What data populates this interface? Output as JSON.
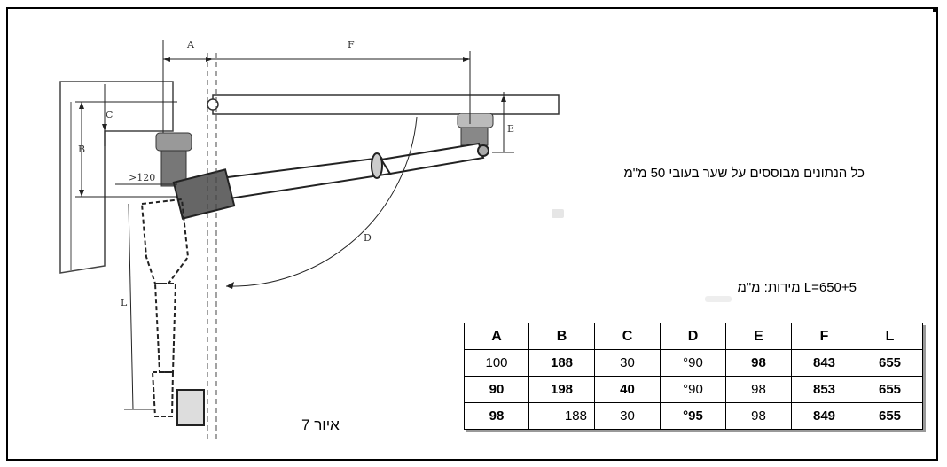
{
  "notes": {
    "main": "כל הנתונים מבוססים על שער בעובי 50 מ\"מ",
    "dimensions": "L=650+5 מידות: מ\"מ"
  },
  "figure_label": "איור 7",
  "diagram_labels": {
    "a": "A",
    "f": "F",
    "b": "B",
    "c": "C",
    "e": "E",
    "d": "D",
    "l": "L",
    "min": ">120"
  },
  "table": {
    "headers": [
      "A",
      "B",
      "C",
      "D",
      "E",
      "F",
      "L"
    ],
    "rows": [
      [
        "100",
        "188",
        "30",
        "°90",
        "98",
        "843",
        "655"
      ],
      [
        "90",
        "198",
        "40",
        "°90",
        "98",
        "853",
        "655"
      ],
      [
        "98",
        "188",
        "30",
        "°95",
        "98",
        "849",
        "655"
      ]
    ]
  }
}
